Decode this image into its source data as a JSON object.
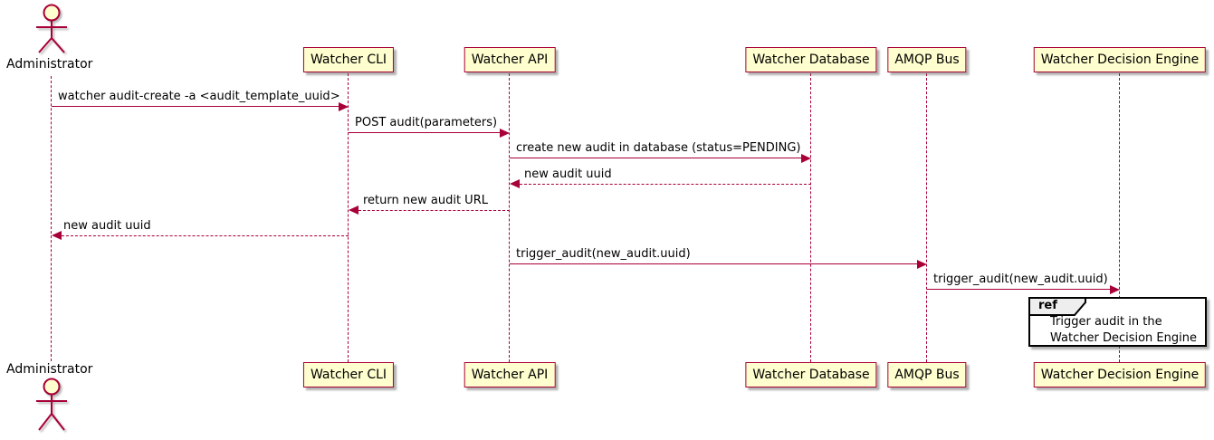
{
  "diagram_type": "uml-sequence-diagram",
  "actor": {
    "name": "Administrator"
  },
  "participants": [
    {
      "name": "Watcher CLI"
    },
    {
      "name": "Watcher API"
    },
    {
      "name": "Watcher Database"
    },
    {
      "name": "AMQP Bus"
    },
    {
      "name": "Watcher Decision Engine"
    }
  ],
  "messages": [
    {
      "from": "Administrator",
      "to": "Watcher CLI",
      "label": "watcher audit-create -a <audit_template_uuid>",
      "line": "solid",
      "direction": "right"
    },
    {
      "from": "Watcher CLI",
      "to": "Watcher API",
      "label": "POST audit(parameters)",
      "line": "solid",
      "direction": "right"
    },
    {
      "from": "Watcher API",
      "to": "Watcher Database",
      "label": "create new audit in database (status=PENDING)",
      "line": "solid",
      "direction": "right"
    },
    {
      "from": "Watcher Database",
      "to": "Watcher API",
      "label": "new audit uuid",
      "line": "dashed",
      "direction": "left"
    },
    {
      "from": "Watcher API",
      "to": "Watcher CLI",
      "label": "return new audit URL",
      "line": "dashed",
      "direction": "left"
    },
    {
      "from": "Watcher CLI",
      "to": "Administrator",
      "label": "new audit uuid",
      "line": "dashed",
      "direction": "left"
    },
    {
      "from": "Watcher API",
      "to": "AMQP Bus",
      "label": "trigger_audit(new_audit.uuid)",
      "line": "solid",
      "direction": "right"
    },
    {
      "from": "AMQP Bus",
      "to": "Watcher Decision Engine",
      "label": "trigger_audit(new_audit.uuid)",
      "line": "solid",
      "direction": "right"
    }
  ],
  "ref": {
    "keyword": "ref",
    "over": "Watcher Decision Engine",
    "lines": [
      "Trigger audit in the",
      "Watcher Decision Engine"
    ]
  },
  "colors": {
    "participant_fill": "#FEFECE",
    "stroke": "#A80036",
    "text": "#000000",
    "ref_fill": "#FFFFFF",
    "ref_border": "#000000",
    "background": "#FFFFFF"
  }
}
